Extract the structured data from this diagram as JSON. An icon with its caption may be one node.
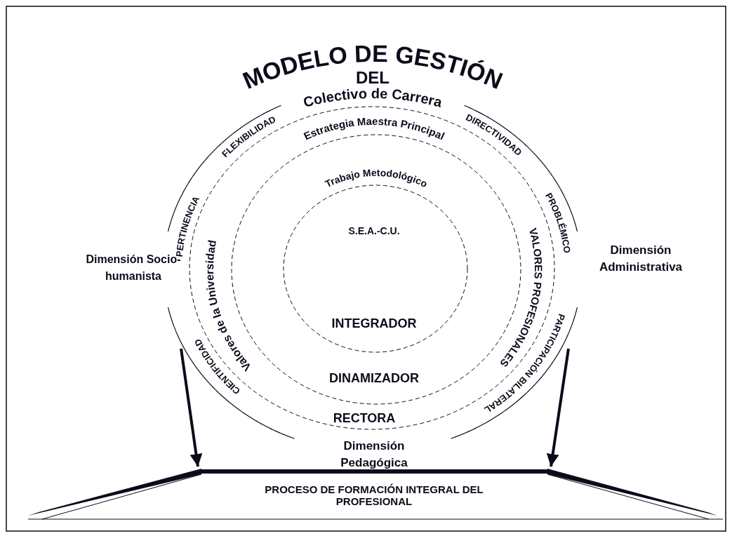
{
  "diagram": {
    "title": "MODELO DE GESTIÓN",
    "nodes": [
      {
        "text": [
          "Colectivo de Carrera",
          "FLEXIBILIDAD",
          "DIRECTIVIDAD",
          "PERTINENCIA",
          "PROBLÉMICO",
          "CIENTIFICIDAD",
          "PARTICIPACIÓN BILATERAL"
        ]
      },
      {
        "text": [
          "Estrategia Maestra Principal",
          "Valores de la Universidad",
          "VALORES PROFESIONALES",
          "RECTORA"
        ],
        "in": 0
      },
      {
        "text": [
          "Trabajo Metodológico",
          "DINAMIZADOR"
        ],
        "in": 1
      },
      {
        "text": [
          "S.E.A.-C.U.",
          "INTEGRADOR"
        ],
        "in": 2
      },
      {
        "text": [
          "PROCESO DE FORMACIÓN INTEGRAL DEL PROFESIONAL"
        ]
      }
    ],
    "edges": [
      {
        "from": null,
        "to": 4,
        "arrow": "to"
      },
      {
        "from": null,
        "to": 4,
        "arrow": "to"
      }
    ],
    "labels": [
      "DEL",
      "Dimensión Socio-humanista",
      "Dimensión Administrativa",
      "Dimensión Pedagógica"
    ]
  }
}
